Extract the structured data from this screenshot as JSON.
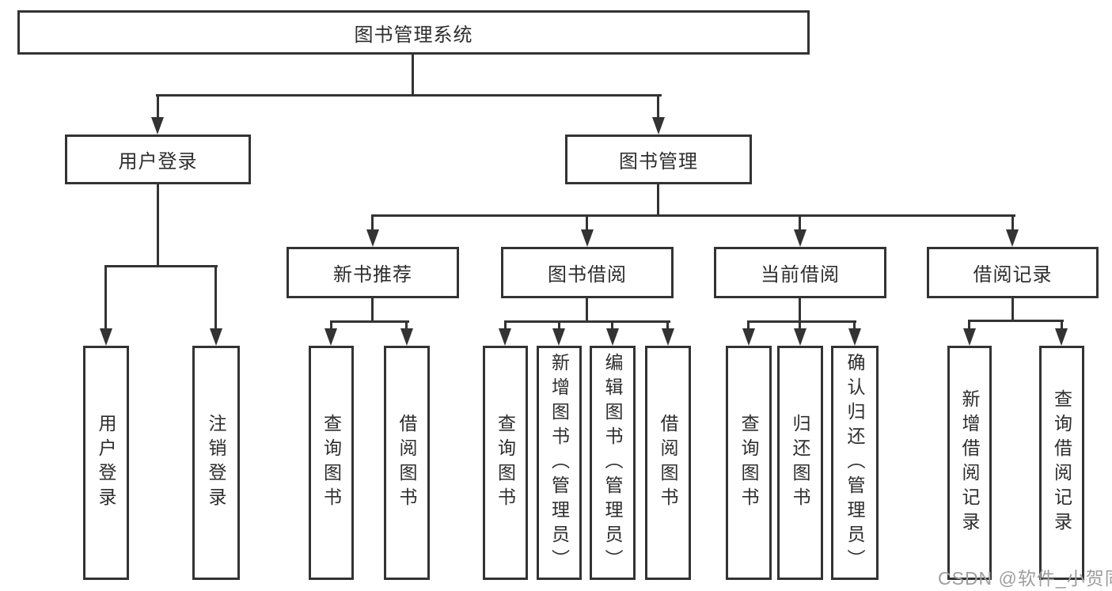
{
  "diagram": {
    "title": "图书管理系统",
    "branches": [
      {
        "label": "用户登录",
        "leaves": [
          "用户登录",
          "注销登录"
        ]
      },
      {
        "label": "图书管理",
        "children": [
          {
            "label": "新书推荐",
            "leaves": [
              "查询图书",
              "借阅图书"
            ]
          },
          {
            "label": "图书借阅",
            "leaves": [
              "查询图书",
              "新增图书（管理员）",
              "编辑图书（管理员）",
              "借阅图书"
            ]
          },
          {
            "label": "当前借阅",
            "leaves": [
              "查询图书",
              "归还图书",
              "确认归还（管理员）"
            ]
          },
          {
            "label": "借阅记录",
            "leaves": [
              "新增借阅记录",
              "查询借阅记录"
            ]
          }
        ]
      }
    ],
    "watermark": "CSDN @软件_小贺同学",
    "colors": {
      "line": "#333333",
      "text": "#2d2d2d",
      "watermark": "#9e9e9e",
      "background": "#ffffff"
    }
  }
}
